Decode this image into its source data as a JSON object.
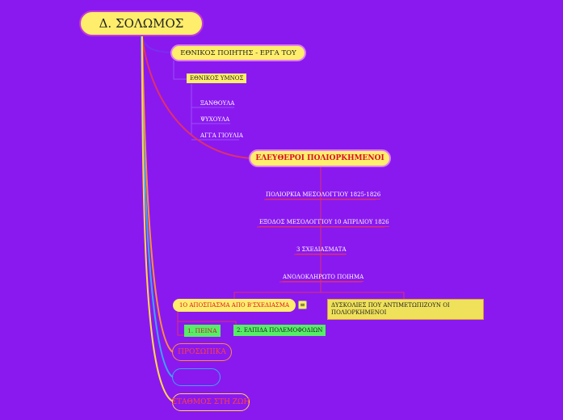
{
  "root": "Δ. ΣΟΛΩΜΟΣ",
  "branch1": {
    "title": "ΕΘΝΙΚΟΣ ΠΟΙΗΤΗΣ - ΕΡΓΑ ΤΟΥ",
    "sub": "ΕΘΝΙΚΟΣ ΥΜΝΟΣ",
    "leaves": [
      "ΞΑΝΘΟΥΛΑ",
      "ΨΥΧΟΥΛΑ",
      "ΑΓΓΑ ΓΙΟΥΛΙΑ"
    ]
  },
  "branch2": {
    "title": "ΕΛΕΥΘΕΡΟΙ ΠΟΛΙΟΡΚΗΜΕΝΟΙ",
    "items": [
      "ΠΟΛΙΟΡΚΙΑ ΜΕΣΟΛΟΓΓΙΟΥ 1825-1826",
      "ΕΞΟΔΟΣ ΜΕΣΟΛΟΓΓΙΟΥ 10 ΑΠΡΙΛΙΟΥ 1826",
      "3 ΣΧΕΔΙΑΣΜΑΤΑ",
      "ΑΝΟΛΟΚΛΗΡΩΤΟ ΠΟΙΗΜΑ"
    ],
    "excerpt": "1Ο ΑΠΟΣΠΑΣΜΑ ΑΠΟ Β'ΣΧΕΔΙΑΣΜΑ",
    "note": "ΔΥΣΚΟΛΙΕΣ ΠΟΥ ΑΝΤΙΜΕΤΩΠΙΖΟΥΝ ΟΙ ΠΟΛΙΟΡΚΗΜΕΝΟΙ",
    "children": [
      "1. ΠΕΙΝΑ",
      "2. ΕΛΠΙΔΑ ΠΟΛΕΜΟΦΟΔΙΩΝ"
    ]
  },
  "branch3": "ΠΡΟΣΩΠΙΚΑ",
  "branch4": "",
  "branch5": "ΣΤΑΘΜΟΣ ΣΤΗ ΖΩΗ",
  "colors": {
    "background": "#8a19f0",
    "node": "#ffee6b",
    "red": "#d6122a",
    "green": "#55ee66",
    "cyan": "#38a8f0",
    "orange": "#ffb347"
  }
}
